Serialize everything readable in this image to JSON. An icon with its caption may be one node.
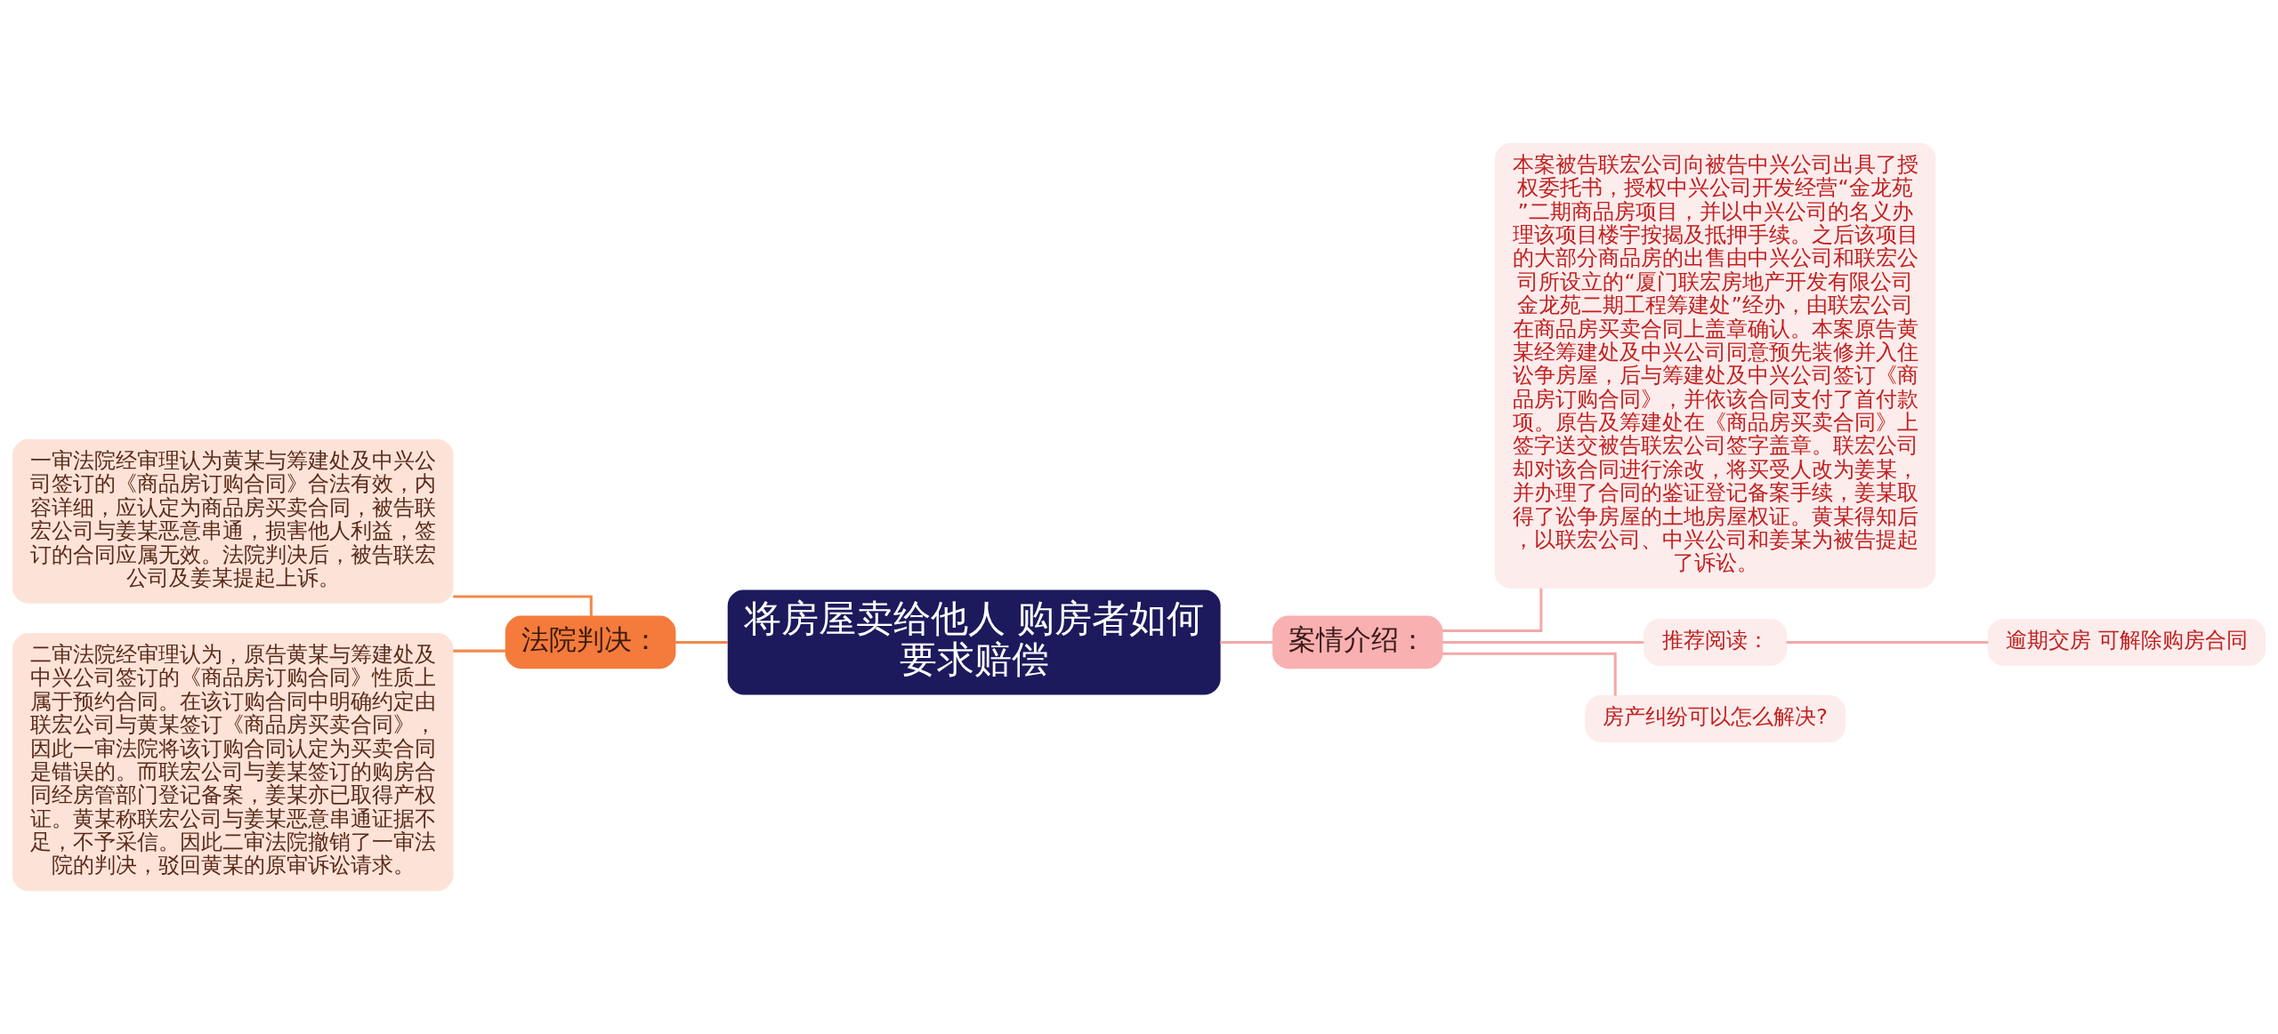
{
  "diagram": {
    "nodes": [
      {
        "text": [
          "将房屋卖给他人 购房者如何要求赔偿"
        ]
      },
      {
        "text": [
          "法院判决："
        ]
      },
      {
        "text": [
          "一审法院经审理认为黄某与筹建处及中兴公司签订的《商品房订购合同》合法有效，内容详细，应认定为商品房买卖合同，被告联宏公司与姜某恶意串通，损害他人利益，签订的合同应属无效。法院判决后，被告联宏公司及姜某提起上诉。"
        ]
      },
      {
        "text": [
          "二审法院经审理认为，原告黄某与筹建处及中兴公司签订的《商品房订购合同》性质上属于预约合同。在该订购合同中明确约定由联宏公司与黄某签订《商品房买卖合同》，因此一审法院将该订购合同认定为买卖合同是错误的。而联宏公司与姜某签订的购房合同经房管部门登记备案，姜某亦已取得产权证。黄某称联宏公司与姜某恶意串通证据不足，不予采信。因此二审法院撤销了一审法院的判决，驳回黄某的原审诉讼请求。"
        ]
      },
      {
        "text": [
          "案情介绍："
        ]
      },
      {
        "text": [
          "本案被告联宏公司向被告中兴公司出具了授权委托书，授权中兴公司开发经营“金龙苑”二期商品房项目，并以中兴公司的名义办理该项目楼宇按揭及抵押手续。之后该项目的大部分商品房的出售由中兴公司和联宏公司所设立的“厦门联宏房地产开发有限公司金龙苑二期工程筹建处”经办，由联宏公司在商品房买卖合同上盖章确认。本案原告黄某经筹建处及中兴公司同意预先装修并入住讼争房屋，后与筹建处及中兴公司签订《商品房订购合同》，并依该合同支付了首付款项。原告及筹建处在《商品房买卖合同》上签字送交被告联宏公司签字盖章。联宏公司却对该合同进行涂改，将买受人改为姜某，并办理了合同的鉴证登记备案手续，姜某取得了讼争房屋的土地房屋权证。黄某得知后，以联宏公司、中兴公司和姜某为被告提起了诉讼。"
        ]
      },
      {
        "text": [
          "推荐阅读："
        ]
      },
      {
        "text": [
          "逾期交房 可解除购房合同"
        ]
      },
      {
        "text": [
          "房产纠纷可以怎么解决?"
        ]
      }
    ],
    "edges": [
      {
        "from": 0,
        "to": 1,
        "arrow": "none",
        "color": "#f08a4b"
      },
      {
        "from": 1,
        "to": 2,
        "arrow": "none",
        "color": "#f08a4b"
      },
      {
        "from": 1,
        "to": 3,
        "arrow": "none",
        "color": "#f08a4b"
      },
      {
        "from": 0,
        "to": 4,
        "arrow": "none"
      },
      {
        "from": 4,
        "to": 5,
        "arrow": "none"
      },
      {
        "from": 4,
        "to": 6,
        "arrow": "none"
      },
      {
        "from": 6,
        "to": 7,
        "arrow": "none"
      },
      {
        "from": 4,
        "to": 8,
        "arrow": "none"
      }
    ]
  }
}
